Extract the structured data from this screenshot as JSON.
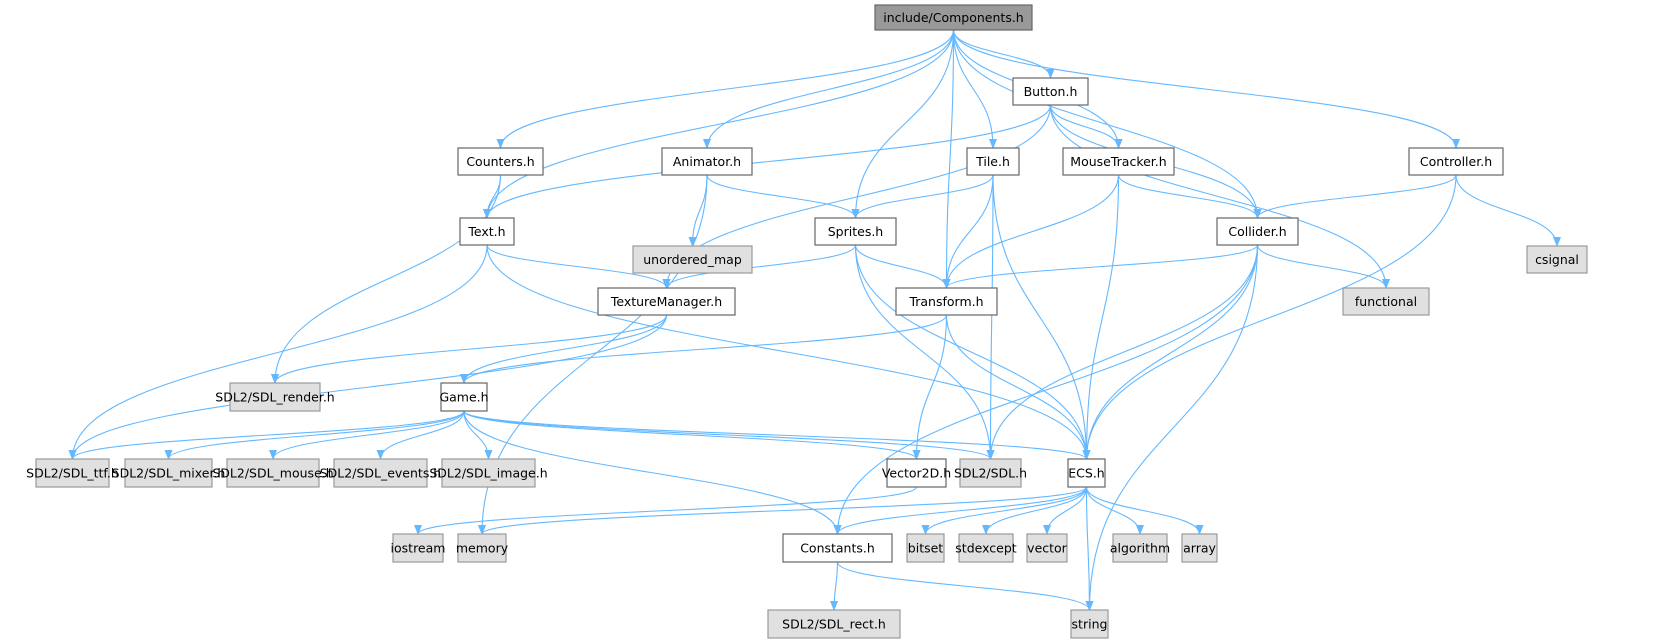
{
  "graph": {
    "title": "include/Components.h",
    "nodes": [
      {
        "id": "components",
        "label": "include/Components.h",
        "kind": "root"
      },
      {
        "id": "counters",
        "label": "Counters.h",
        "kind": "local"
      },
      {
        "id": "animator",
        "label": "Animator.h",
        "kind": "local"
      },
      {
        "id": "button",
        "label": "Button.h",
        "kind": "local"
      },
      {
        "id": "tile",
        "label": "Tile.h",
        "kind": "local"
      },
      {
        "id": "mousetracker",
        "label": "MouseTracker.h",
        "kind": "local"
      },
      {
        "id": "controller",
        "label": "Controller.h",
        "kind": "local"
      },
      {
        "id": "text",
        "label": "Text.h",
        "kind": "local"
      },
      {
        "id": "unordered_map",
        "label": "unordered_map",
        "kind": "sys"
      },
      {
        "id": "sprites",
        "label": "Sprites.h",
        "kind": "local"
      },
      {
        "id": "collider",
        "label": "Collider.h",
        "kind": "local"
      },
      {
        "id": "csignal",
        "label": "csignal",
        "kind": "sys"
      },
      {
        "id": "functional",
        "label": "functional",
        "kind": "sys"
      },
      {
        "id": "texturemanager",
        "label": "TextureManager.h",
        "kind": "local"
      },
      {
        "id": "transform",
        "label": "Transform.h",
        "kind": "local"
      },
      {
        "id": "sdl_render",
        "label": "SDL2/SDL_render.h",
        "kind": "sys"
      },
      {
        "id": "game",
        "label": "Game.h",
        "kind": "local"
      },
      {
        "id": "sdl_ttf",
        "label": "SDL2/SDL_ttf.h",
        "kind": "sys"
      },
      {
        "id": "sdl_mixer",
        "label": "SDL2/SDL_mixer.h",
        "kind": "sys"
      },
      {
        "id": "sdl_mouse",
        "label": "SDL2/SDL_mouse.h",
        "kind": "sys"
      },
      {
        "id": "sdl_events",
        "label": "SDL2/SDL_events.h",
        "kind": "sys"
      },
      {
        "id": "sdl_image",
        "label": "SDL2/SDL_image.h",
        "kind": "sys"
      },
      {
        "id": "vector2d",
        "label": "Vector2D.h",
        "kind": "local"
      },
      {
        "id": "sdl",
        "label": "SDL2/SDL.h",
        "kind": "sys"
      },
      {
        "id": "ecs",
        "label": "ECS.h",
        "kind": "local"
      },
      {
        "id": "iostream",
        "label": "iostream",
        "kind": "sys"
      },
      {
        "id": "memory",
        "label": "memory",
        "kind": "sys"
      },
      {
        "id": "constants",
        "label": "Constants.h",
        "kind": "local"
      },
      {
        "id": "bitset",
        "label": "bitset",
        "kind": "sys"
      },
      {
        "id": "stdexcept",
        "label": "stdexcept",
        "kind": "sys"
      },
      {
        "id": "vector",
        "label": "vector",
        "kind": "sys"
      },
      {
        "id": "algorithm",
        "label": "algorithm",
        "kind": "sys"
      },
      {
        "id": "array",
        "label": "array",
        "kind": "sys"
      },
      {
        "id": "sdl_rect",
        "label": "SDL2/SDL_rect.h",
        "kind": "sys"
      },
      {
        "id": "string",
        "label": "string",
        "kind": "sys"
      }
    ],
    "edges": [
      [
        "components",
        "counters"
      ],
      [
        "components",
        "text"
      ],
      [
        "components",
        "animator"
      ],
      [
        "components",
        "sprites"
      ],
      [
        "components",
        "transform"
      ],
      [
        "components",
        "tile"
      ],
      [
        "components",
        "button"
      ],
      [
        "components",
        "mousetracker"
      ],
      [
        "components",
        "collider"
      ],
      [
        "components",
        "controller"
      ],
      [
        "counters",
        "text"
      ],
      [
        "counters",
        "sdl_render"
      ],
      [
        "animator",
        "unordered_map"
      ],
      [
        "animator",
        "sprites"
      ],
      [
        "animator",
        "memory"
      ],
      [
        "button",
        "text"
      ],
      [
        "button",
        "texturemanager"
      ],
      [
        "button",
        "mousetracker"
      ],
      [
        "button",
        "collider"
      ],
      [
        "button",
        "functional"
      ],
      [
        "tile",
        "sprites"
      ],
      [
        "tile",
        "transform"
      ],
      [
        "tile",
        "sdl"
      ],
      [
        "tile",
        "ecs"
      ],
      [
        "mousetracker",
        "transform"
      ],
      [
        "mousetracker",
        "collider"
      ],
      [
        "mousetracker",
        "ecs"
      ],
      [
        "controller",
        "collider"
      ],
      [
        "controller",
        "csignal"
      ],
      [
        "controller",
        "ecs"
      ],
      [
        "text",
        "texturemanager"
      ],
      [
        "text",
        "ecs"
      ],
      [
        "text",
        "sdl_ttf"
      ],
      [
        "sprites",
        "texturemanager"
      ],
      [
        "sprites",
        "transform"
      ],
      [
        "sprites",
        "ecs"
      ],
      [
        "sprites",
        "sdl"
      ],
      [
        "collider",
        "transform"
      ],
      [
        "collider",
        "functional"
      ],
      [
        "collider",
        "ecs"
      ],
      [
        "collider",
        "sdl"
      ],
      [
        "collider",
        "constants"
      ],
      [
        "collider",
        "string"
      ],
      [
        "texturemanager",
        "sdl_render"
      ],
      [
        "texturemanager",
        "game"
      ],
      [
        "texturemanager",
        "sdl_ttf"
      ],
      [
        "transform",
        "game"
      ],
      [
        "transform",
        "vector2d"
      ],
      [
        "transform",
        "ecs"
      ],
      [
        "game",
        "sdl_ttf"
      ],
      [
        "game",
        "sdl_mixer"
      ],
      [
        "game",
        "sdl_mouse"
      ],
      [
        "game",
        "sdl_events"
      ],
      [
        "game",
        "sdl_image"
      ],
      [
        "game",
        "vector2d"
      ],
      [
        "game",
        "sdl"
      ],
      [
        "game",
        "ecs"
      ],
      [
        "game",
        "constants"
      ],
      [
        "vector2d",
        "iostream"
      ],
      [
        "ecs",
        "memory"
      ],
      [
        "ecs",
        "constants"
      ],
      [
        "ecs",
        "bitset"
      ],
      [
        "ecs",
        "stdexcept"
      ],
      [
        "ecs",
        "vector"
      ],
      [
        "ecs",
        "algorithm"
      ],
      [
        "ecs",
        "array"
      ],
      [
        "ecs",
        "string"
      ],
      [
        "constants",
        "sdl_rect"
      ],
      [
        "constants",
        "string"
      ]
    ],
    "colors": {
      "edge": "#63b8ff",
      "local_fill": "#ffffff",
      "sys_fill": "#e0e0e0",
      "root_fill": "#999999"
    }
  }
}
